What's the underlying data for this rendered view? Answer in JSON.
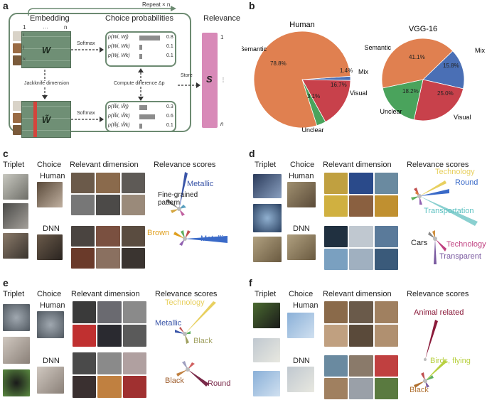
{
  "panels": {
    "a": {
      "letter": "a",
      "embedding_title": "Embedding",
      "choice_title": "Choice probabilities",
      "relevance_title": "Relevance",
      "repeat": "Repeat × n",
      "dim_1": "1",
      "dim_dots": "…",
      "dim_n": "n",
      "W": "W",
      "W_tilde": "W̃",
      "softmax_top": "Softmax",
      "softmax_bottom": "Softmax",
      "jackknife": "Jackknife dimension",
      "compute_diff": "Compute difference Δp",
      "store": "Store",
      "S": "S",
      "rel_1": "1",
      "rel_dots": "⋮",
      "rel_n": "n",
      "rows": [
        "i",
        "j",
        "k"
      ],
      "top_probs": [
        {
          "label": "p(Wi, Wj)",
          "value": "0.8",
          "frac": 0.8
        },
        {
          "label": "p(Wi, Wk)",
          "value": "0.1",
          "frac": 0.1
        },
        {
          "label": "p(Wj, Wk)",
          "value": "0.1",
          "frac": 0.1
        }
      ],
      "bottom_probs": [
        {
          "label": "p(W̃i, W̃j)",
          "value": "0.3",
          "frac": 0.3
        },
        {
          "label": "p(W̃i, W̃k)",
          "value": "0.6",
          "frac": 0.6
        },
        {
          "label": "p(W̃j, W̃k)",
          "value": "0.1",
          "frac": 0.1
        }
      ]
    },
    "b": {
      "letter": "b",
      "human_title": "Human",
      "vgg_title": "VGG-16"
    },
    "c": {
      "letter": "c",
      "triplet": "Triplet",
      "choice": "Choice",
      "human": "Human",
      "dnn": "DNN",
      "relevant_dimension": "Relevant dimension",
      "relevance_scores": "Relevance scores",
      "human_labels": [
        "Metallic",
        "Fine-grained\npattern"
      ],
      "dnn_labels": [
        "Brown",
        "Metallic"
      ]
    },
    "d": {
      "letter": "d",
      "triplet": "Triplet",
      "choice": "Choice",
      "human": "Human",
      "dnn": "DNN",
      "relevant_dimension": "Relevant dimension",
      "relevance_scores": "Relevance scores",
      "human_labels": [
        "Technology",
        "Round",
        "Transportation"
      ],
      "dnn_labels": [
        "Cars",
        "Technology",
        "Transparent"
      ]
    },
    "e": {
      "letter": "e",
      "triplet": "Triplet",
      "choice": "Choice",
      "human": "Human",
      "dnn": "DNN",
      "relevant_dimension": "Relevant dimension",
      "relevance_scores": "Relevance scores",
      "human_labels": [
        "Technology",
        "Metallic",
        "Black"
      ],
      "dnn_labels": [
        "Black",
        "Round"
      ]
    },
    "f": {
      "letter": "f",
      "triplet": "Triplet",
      "choice": "Choice",
      "human": "Human",
      "dnn": "DNN",
      "relevant_dimension": "Relevant dimension",
      "relevance_scores": "Relevance scores",
      "human_labels": [
        "Animal related"
      ],
      "dnn_labels": [
        "Birds, flying",
        "Black"
      ]
    }
  },
  "chart_data": [
    {
      "type": "pie",
      "title": "Human",
      "categories": [
        "Semantic",
        "Mix",
        "Visual",
        "Unclear"
      ],
      "values": [
        78.8,
        1.4,
        16.7,
        3.1
      ],
      "value_labels": [
        "78.8%",
        "1.4%",
        "16.7%",
        "3.1%"
      ],
      "colors": [
        "#e08050",
        "#4a6fb5",
        "#c8414b",
        "#4aa35c"
      ]
    },
    {
      "type": "pie",
      "title": "VGG-16",
      "categories": [
        "Semantic",
        "Mix",
        "Visual",
        "Unclear"
      ],
      "values": [
        41.1,
        15.8,
        25.0,
        18.2
      ],
      "value_labels": [
        "41.1%",
        "15.8%",
        "25.0%",
        "18.2%"
      ],
      "colors": [
        "#e08050",
        "#4a6fb5",
        "#c8414b",
        "#4aa35c"
      ]
    }
  ],
  "colors": {
    "box": "#6c8a71",
    "embedding": "#6f8f75",
    "relevance": "#d88ab8",
    "highlight": "#d4443c",
    "bar": "#8c8c8c"
  }
}
